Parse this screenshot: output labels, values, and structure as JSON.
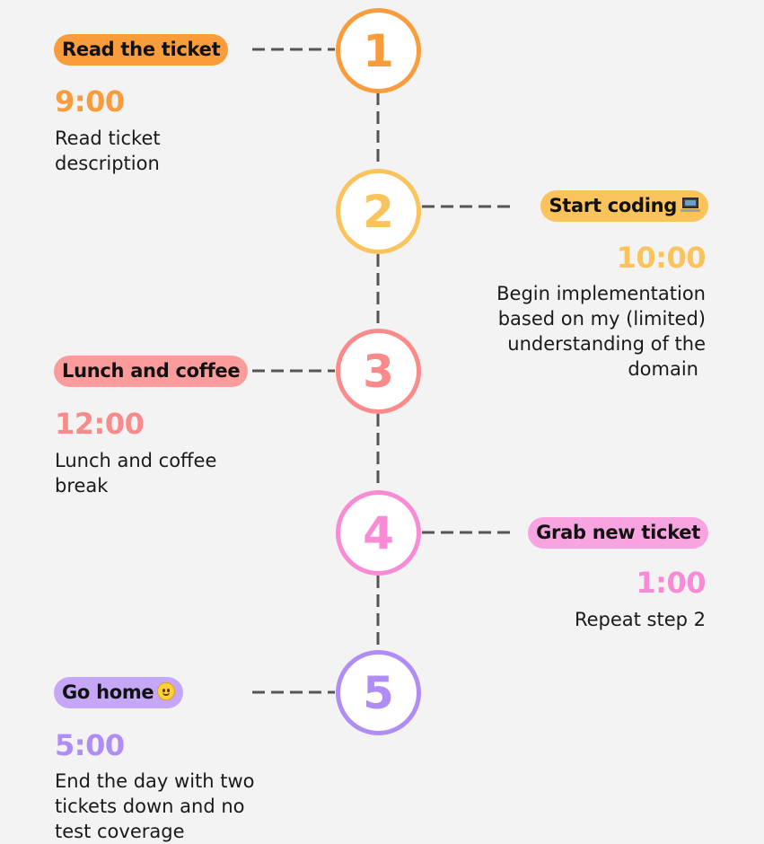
{
  "colors": {
    "step1": "#f99c3b",
    "step2": "#fbc35c",
    "step3": "#fb8a8a",
    "step4": "#f98ad6",
    "step5": "#b08cf5",
    "pill1_bg": "#f99c3b",
    "pill2_bg": "#fbc35c",
    "pill3_bg": "#fb9c9c",
    "pill4_bg": "#f8a4e0",
    "pill5_bg": "#c5a6f7",
    "connector": "#555555"
  },
  "steps": [
    {
      "number": "1",
      "title": "Read the ticket",
      "time": "9:00",
      "description": [
        "Read ticket",
        "description"
      ]
    },
    {
      "number": "2",
      "title": "Start coding",
      "title_icon": "laptop-icon",
      "time": "10:00",
      "description": [
        "Begin implementation",
        "based on my (limited)",
        "understanding of the",
        "domain "
      ]
    },
    {
      "number": "3",
      "title": "Lunch and coffee",
      "time": "12:00",
      "description": [
        "Lunch and coffee",
        "break"
      ]
    },
    {
      "number": "4",
      "title": "Grab new ticket",
      "time": "1:00",
      "description": [
        "Repeat step 2"
      ]
    },
    {
      "number": "5",
      "title": "Go home",
      "title_icon": "smiley-icon",
      "time": "5:00",
      "description": [
        "End the day with two",
        "tickets down and no",
        "test coverage"
      ]
    }
  ]
}
